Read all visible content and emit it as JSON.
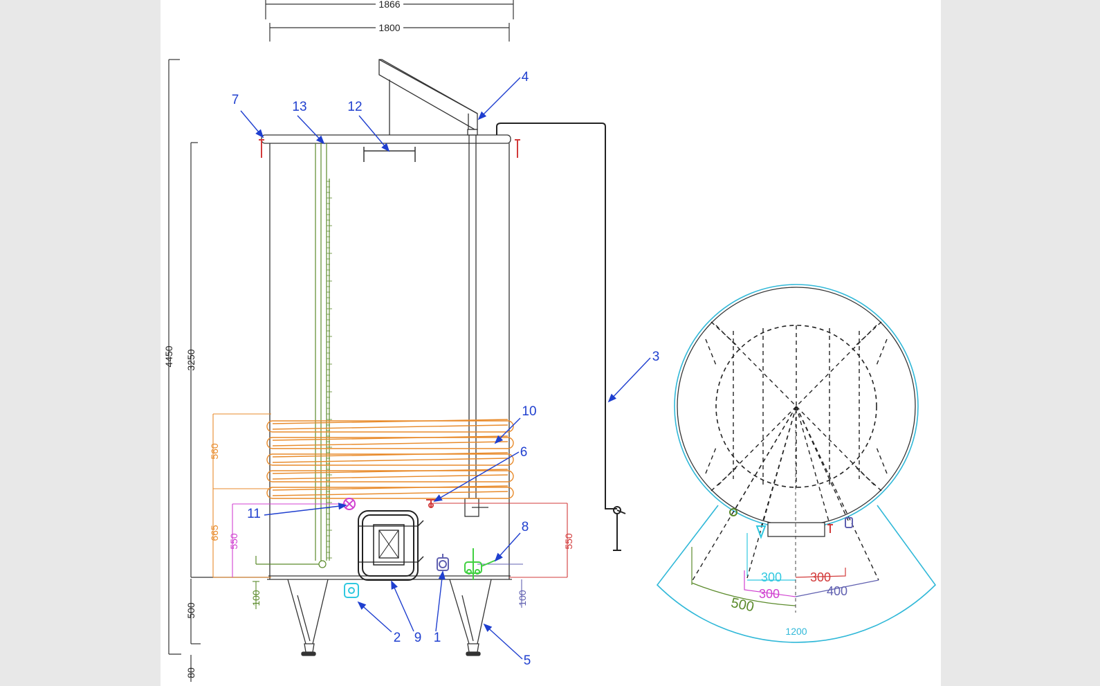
{
  "colors": {
    "background": "#e8e8e8",
    "sheet": "#ffffff",
    "outline": "#333333",
    "callout": "#1f3fcf",
    "cooling_jacket": "#e88a2a",
    "level_gauge": "#5a8a2a",
    "fitting_red": "#d23a3a",
    "fitting_magenta": "#d040d0",
    "fitting_cyan": "#30c8e0",
    "fitting_purple": "#6060b0",
    "fitting_green": "#40d040",
    "plan_outer": "#30b8d8"
  },
  "dimensions": {
    "top": [
      "1866",
      "1800"
    ],
    "left": [
      "4450",
      "3250",
      "500",
      "80"
    ],
    "jacket": [
      "560",
      "665"
    ],
    "side_magenta": "550",
    "side_red": "550",
    "green_100": "100",
    "purple_100": "100",
    "plan": {
      "cyan_300": "300",
      "red_300": "300",
      "magenta_300": "300",
      "purple_400": "400",
      "green_500": "500",
      "cyan_1200": "1200"
    }
  },
  "callouts": [
    "1",
    "2",
    "3",
    "4",
    "5",
    "6",
    "7",
    "8",
    "9",
    "10",
    "11",
    "12",
    "13"
  ]
}
